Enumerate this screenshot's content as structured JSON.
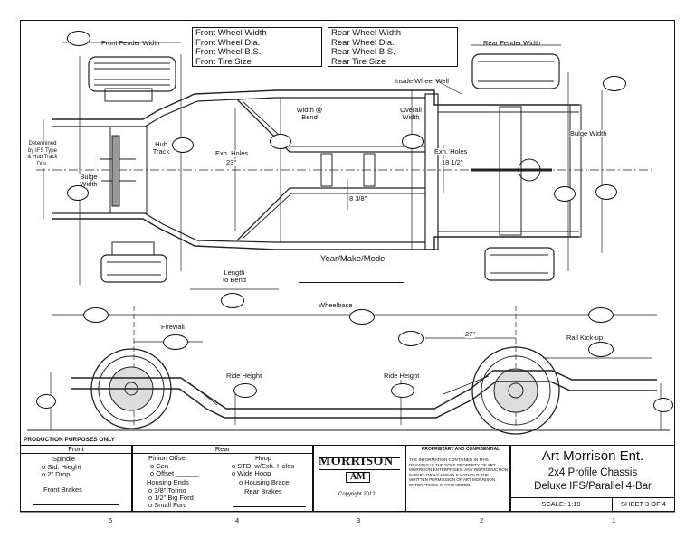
{
  "spec_box_front": {
    "lines": [
      "Front Wheel Width",
      "Front Wheel Dia.",
      "Front Wheel B.S.",
      "Front Tire Size"
    ]
  },
  "spec_box_rear": {
    "lines": [
      "Rear Wheel Width",
      "Rear Wheel Dia.",
      "Rear Wheel B.S.",
      "Rear Tire Size"
    ]
  },
  "top_view_labels": {
    "front_fender_width": "Front Fender Width",
    "rear_fender_width": "Rear Fender Width",
    "inside_wheel_well": "Inside Wheel Well",
    "width_at_bend": "Width @\nBend",
    "overall_width": "Overall\nWidth",
    "determined_by": "Determined\nby IFS Type\n& Hub Track\nDim.",
    "hub_track": "Hub\nTrack",
    "bulge_width_left": "Bulge\nWidth",
    "exh_holes_left": "Exh. Holes",
    "exh_holes_left_value": "23\"",
    "exh_holes_right": "Exh. Holes",
    "exh_holes_right_value": "18 1/2\"",
    "bulge_width_right": "Bulge Width",
    "center_dim": "8 3/8\"",
    "year_make_model": "Year/Make/Model",
    "length_to_bend": "Length\nto Bend"
  },
  "side_view_labels": {
    "wheelbase": "Wheelbase",
    "firewall": "Firewall",
    "dim_27": "27\"",
    "rail_kickup": "Rail Kick-up",
    "ride_height_left": "Ride Height",
    "ride_height_right": "Ride Height"
  },
  "title_block": {
    "production_note": "PRODUCTION PURPOSES ONLY",
    "front_header": "Front",
    "rear_header": "Rear",
    "spindle": "Spindle",
    "spindle_options": [
      "o  Std. Hieght",
      "o  2\" Drop"
    ],
    "front_brakes": "Front Brakes",
    "pinion_offset": "Pinion Offset",
    "pinion_options": [
      "o  Cen",
      "o  Offset ______"
    ],
    "housing_ends": "Housing Ends",
    "housing_options": [
      "o  3/8\" Torino",
      "o  1/2\" Big Ford",
      "o  Small Ford"
    ],
    "hoop": "Hoop",
    "hoop_options": [
      "o  STD. w/Exh. Holes",
      "o  Wide Hoop"
    ],
    "housing_brace": "o  Housing Brace",
    "rear_brakes": "Rear Brakes",
    "logo_text": "MORRISON",
    "logo_mark": "AM",
    "copyright": "Copyright 2012",
    "proprietary_title": "PROPRIETARY AND CONFIDENTIAL",
    "proprietary_text": "THE INFORMATION CONTAINED IN THIS DRAWING IS THE SOLE PROPERTY OF ART MORRISON ENTERPRISES.  ANY REPRODUCTION IN PART OR AS A WHOLE WITHOUT THE WRITTEN PERMISSION OF ART MORRISON ENTERPRISES IS PROHIBITED.",
    "company": "Art Morrison Ent.",
    "drawing_title_1": "2x4 Profile Chassis",
    "drawing_title_2": "Deluxe IFS/Parallel 4-Bar",
    "scale": "SCALE: 1:19",
    "sheet": "SHEET 3 OF 4"
  },
  "zone_numbers": [
    "5",
    "4",
    "3",
    "2",
    "1"
  ]
}
